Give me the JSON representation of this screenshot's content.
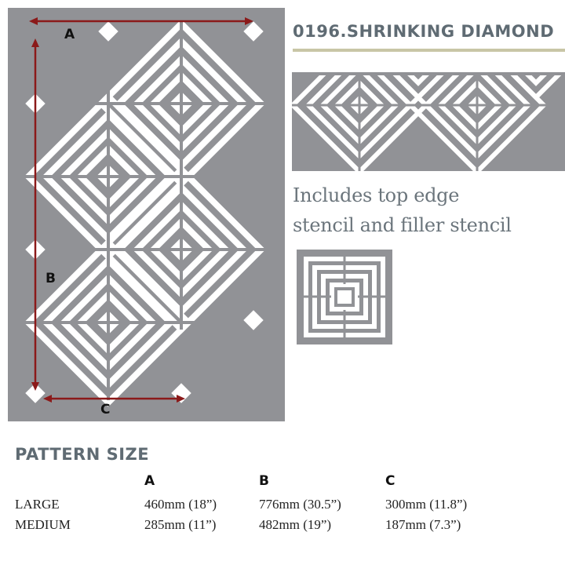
{
  "product": {
    "title": "0196.SHRINKING DIAMOND",
    "caption_line1": "Includes top edge",
    "caption_line2": "stencil and filler stencil"
  },
  "diagram": {
    "labels": {
      "a": "A",
      "b": "B",
      "c": "C"
    },
    "colors": {
      "stencil_bg": "#919296",
      "cutout": "#ffffff",
      "arrow": "#8b1a1a",
      "accent_rule": "#c8c6a6",
      "title": "#5f6b73"
    }
  },
  "pattern_size": {
    "heading": "PATTERN SIZE",
    "columns": [
      "A",
      "B",
      "C"
    ],
    "rows": [
      {
        "name": "LARGE",
        "a": "460mm (18”)",
        "b": "776mm (30.5”)",
        "c": "300mm (11.8”)"
      },
      {
        "name": "MEDIUM",
        "a": "285mm (11”)",
        "b": "482mm (19”)",
        "c": "187mm (7.3”)"
      }
    ]
  }
}
